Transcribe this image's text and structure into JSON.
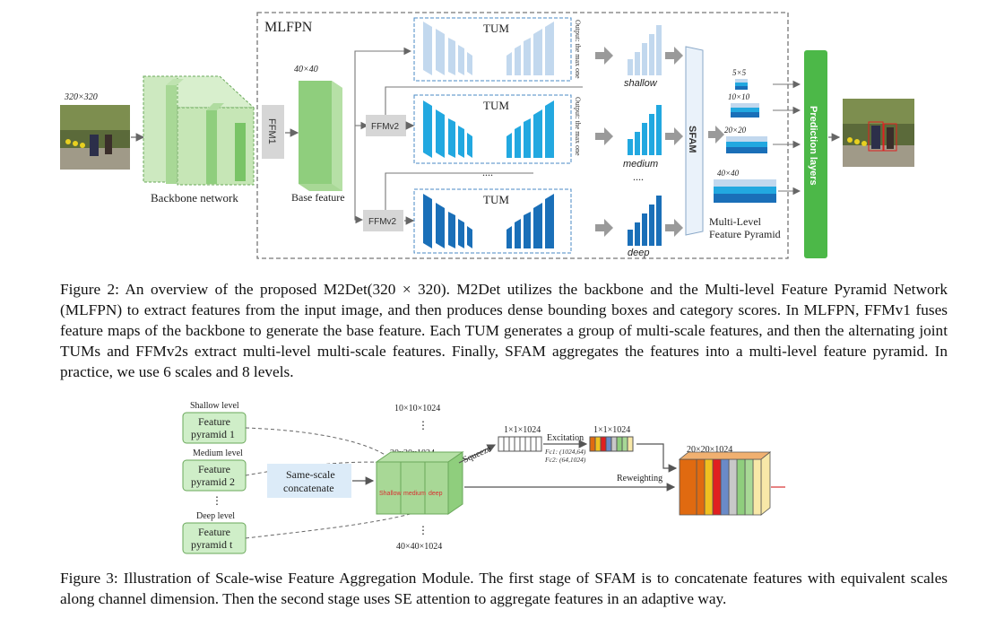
{
  "figure2": {
    "mlfpn_label": "MLFPN",
    "input_size": "320×320",
    "backbone_label": "Backbone network",
    "ffm1_label": "FFM1",
    "base_size": "40×40",
    "base_label": "Base feature",
    "ffmv2_label": "FFMv2",
    "tum_label": "TUM",
    "output_label": "Output: the max one",
    "dots": "....",
    "levels": [
      "shallow",
      "medium",
      "deep"
    ],
    "sfam_label": "SFAM",
    "pyramid_sizes": [
      "5×5",
      "10×10",
      "20×20",
      "40×40"
    ],
    "pyramid_label_line1": "Multi-Level",
    "pyramid_label_line2": "Feature Pyramid",
    "prediction_label": "Prediction layers"
  },
  "caption2": "Figure 2: An overview of the proposed M2Det(320 × 320). M2Det utilizes the backbone and the Multi-level Feature Pyramid Network (MLFPN) to extract features from the input image, and then produces dense bounding boxes and category scores. In MLFPN, FFMv1 fuses feature maps of the backbone to generate the base feature. Each TUM generates a group of multi-scale features, and then the alternating joint TUMs and FFMv2s extract multi-level multi-scale features. Finally, SFAM aggregates the features into a multi-level feature pyramid. In practice, we use 6 scales and 8 levels.",
  "figure3": {
    "levels": [
      {
        "level": "Shallow level",
        "line1": "Feature",
        "line2": "pyramid 1"
      },
      {
        "level": "Medium level",
        "line1": "Feature",
        "line2": "pyramid 2"
      },
      {
        "level": "Deep level",
        "line1": "Feature",
        "line2": "pyramid t"
      }
    ],
    "concat_line1": "Same-scale",
    "concat_line2": "concatenate",
    "size_top": "10×10×1024",
    "size_mid": "20x20x1024",
    "size_bottom": "40×40×1024",
    "slice_labels": [
      "Shallow",
      "medium",
      "deep"
    ],
    "squeeze_label": "Squeeze",
    "vec_size": "1×1×1024",
    "excitation_label": "Excitation",
    "fc1": "Fc1: (1024,64)",
    "fc2": "Fc2: (64,1024)",
    "vec2_size": "1×1×1024",
    "reweighting_label": "Reweighting",
    "out_size": "20×20×1024",
    "dots": "⋮"
  },
  "caption3": "Figure 3: Illustration of Scale-wise Feature Aggregation Module. The first stage of SFAM is to concatenate features with equivalent scales along channel dimension. Then the second stage uses SE attention to aggregate features in an adaptive way.",
  "colors": {
    "green": "#8fce7d",
    "light_blue": "#7fd6f0",
    "mid_blue": "#22a8e0",
    "dark_blue": "#1a6fb8",
    "pred_green": "#4cb848"
  }
}
